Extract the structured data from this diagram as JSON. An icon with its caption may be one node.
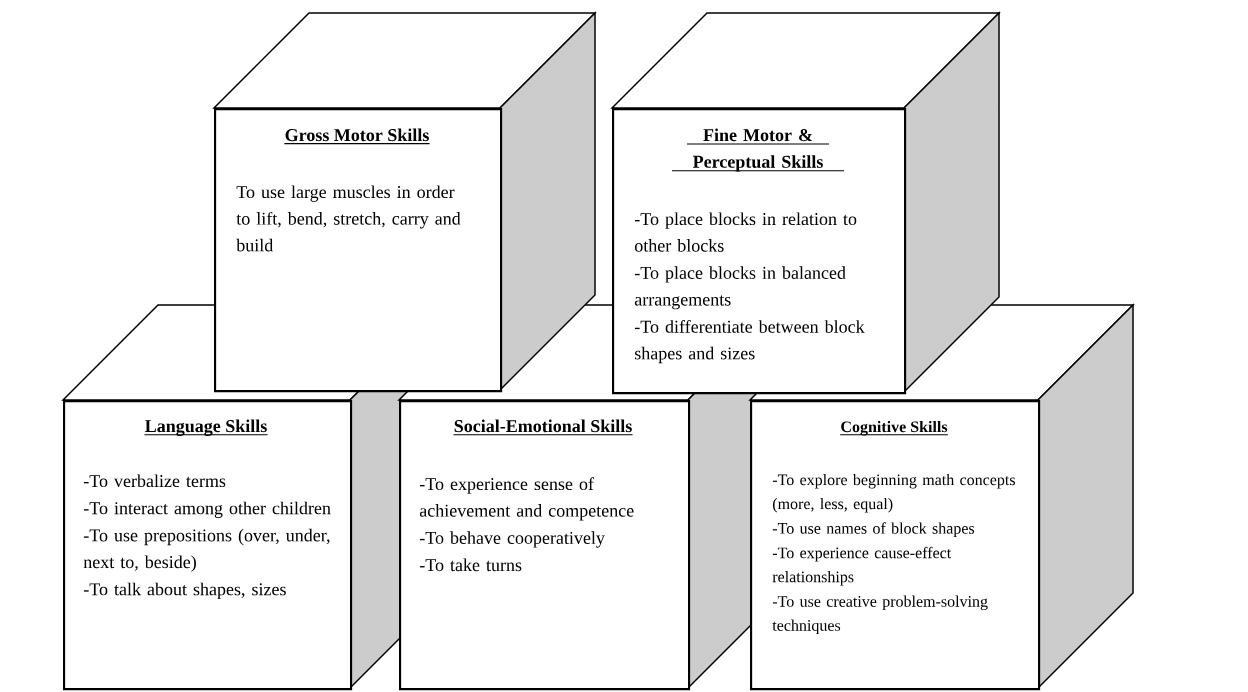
{
  "diagram": {
    "nodes": [
      {
        "text": [
          "Gross Motor Skills",
          "To use large muscles in order to lift, bend, stretch, carry and build"
        ]
      },
      {
        "text": [
          "Fine Motor & Perceptual Skills",
          "-To place blocks in relation to other blocks",
          "-To place blocks in balanced arrangements",
          "-To differentiate between block shapes and sizes"
        ]
      },
      {
        "text": [
          "Language Skills",
          "-To verbalize terms",
          "-To interact among other children",
          "-To use prepositions (over, under, next to, beside)",
          "-To talk about shapes, sizes"
        ]
      },
      {
        "text": [
          "Social-Emotional Skills",
          "-To experience sense of achievement and competence",
          "-To behave cooperatively",
          "-To take turns"
        ]
      },
      {
        "text": [
          "Cognitive Skills",
          "-To explore beginning math concepts (more, less, equal)",
          "-To use names of block shapes",
          "-To experience cause-effect relationships",
          "-To use creative problem-solving techniques"
        ]
      }
    ]
  }
}
